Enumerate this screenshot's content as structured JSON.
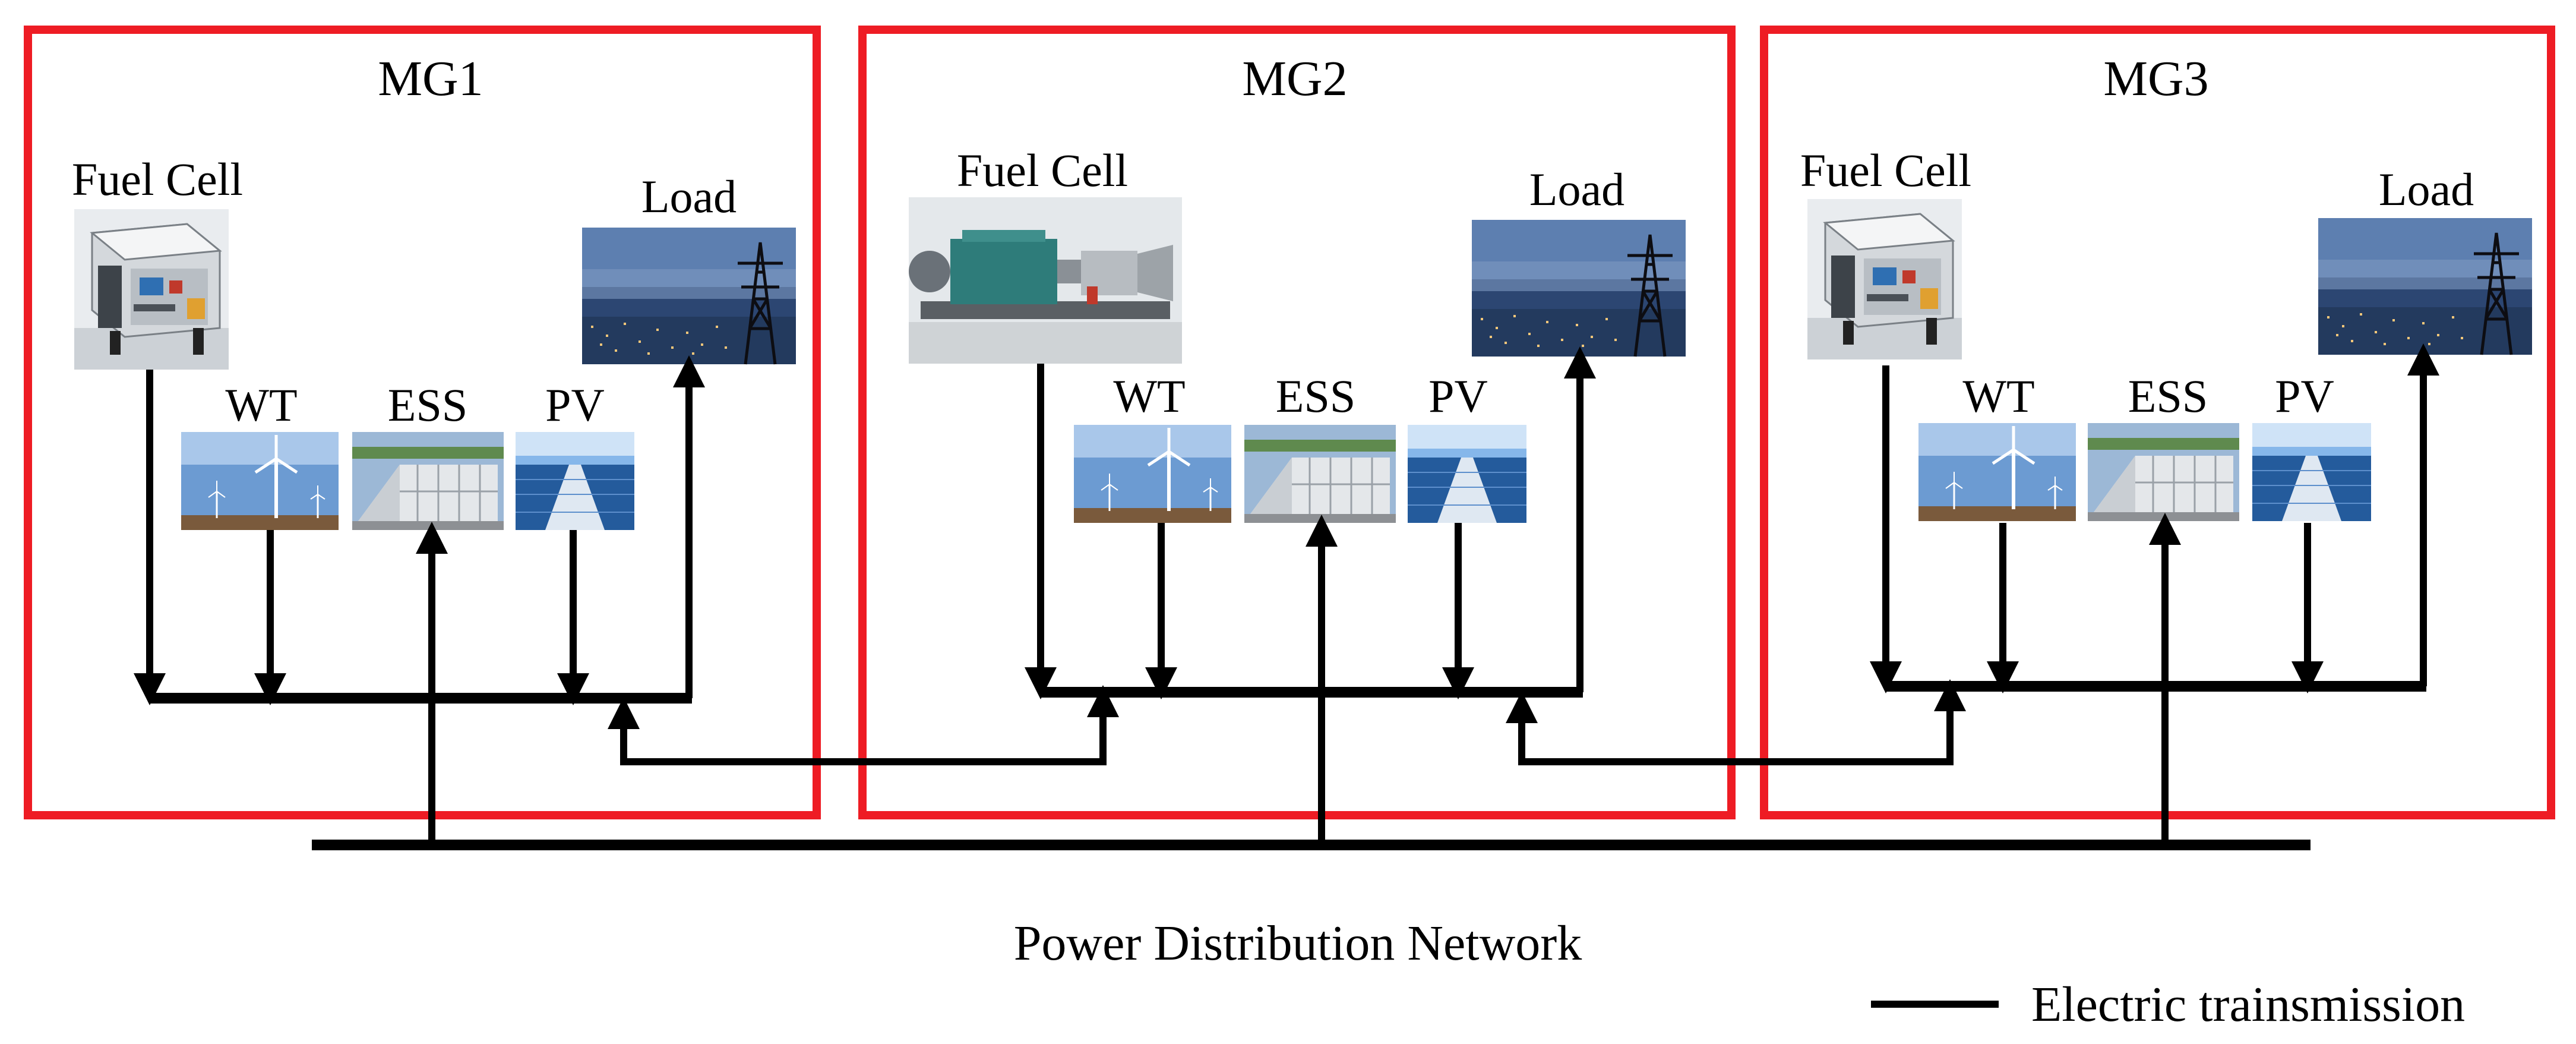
{
  "microgrids": [
    {
      "title": "MG1",
      "fuel_cell_label": "Fuel Cell",
      "load_label": "Load",
      "wt_label": "WT",
      "ess_label": "ESS",
      "pv_label": "PV"
    },
    {
      "title": "MG2",
      "fuel_cell_label": "Fuel Cell",
      "load_label": "Load",
      "wt_label": "WT",
      "ess_label": "ESS",
      "pv_label": "PV"
    },
    {
      "title": "MG3",
      "fuel_cell_label": "Fuel Cell",
      "load_label": "Load",
      "wt_label": "WT",
      "ess_label": "ESS",
      "pv_label": "PV"
    }
  ],
  "network_label": "Power Distribution Network",
  "legend": {
    "label": "Electric trainsmission"
  },
  "colors": {
    "microgrid_border": "#ee1c24",
    "transmission_line": "#000000"
  }
}
